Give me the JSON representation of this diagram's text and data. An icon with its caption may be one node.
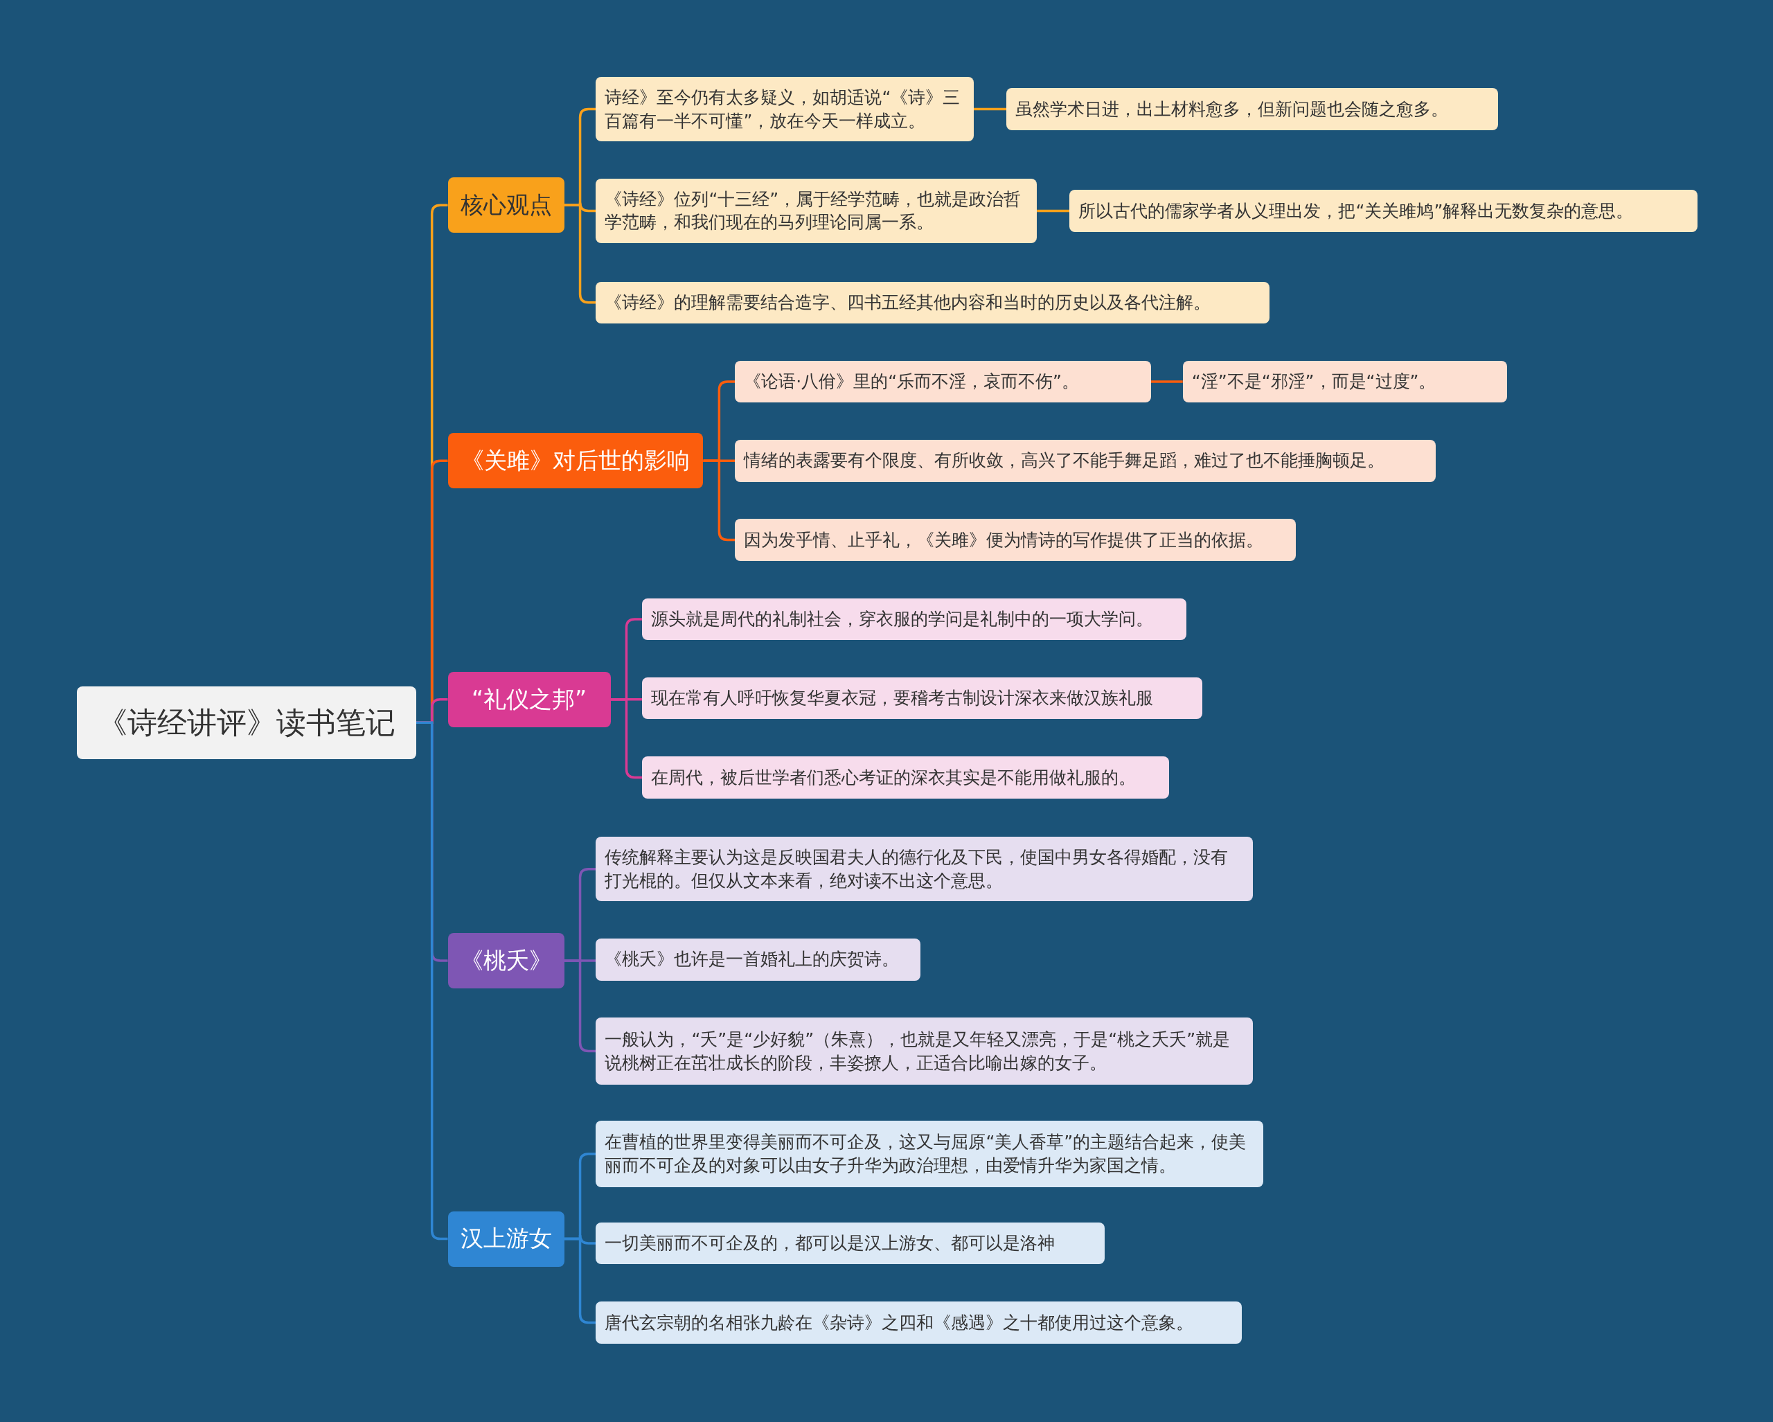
{
  "diagram": {
    "nodes": [
      {
        "text": [
          "《诗经讲评》读书笔记"
        ]
      },
      {
        "text": [
          "核心观点"
        ]
      },
      {
        "text": [
          "诗经》至今仍有太多疑义，如胡适说“《诗》三百篇有一半不可懂”，放在今天一样成立。"
        ]
      },
      {
        "text": [
          "虽然学术日进，出土材料愈多，但新问题也会随之愈多。"
        ]
      },
      {
        "text": [
          "《诗经》位列“十三经”，属于经学范畴，也就是政治哲学范畴，和我们现在的马列理论同属一系。"
        ]
      },
      {
        "text": [
          "所以古代的儒家学者从义理出发，把“关关雎鸠”解释出无数复杂的意思。"
        ]
      },
      {
        "text": [
          "《诗经》的理解需要结合造字、四书五经其他内容和当时的历史以及各代注解。"
        ]
      },
      {
        "text": [
          "《关雎》对后世的影响"
        ]
      },
      {
        "text": [
          "《论语·八佾》里的“乐而不淫，哀而不伤”。"
        ]
      },
      {
        "text": [
          "“淫”不是“邪淫”，而是“过度”。"
        ]
      },
      {
        "text": [
          "情绪的表露要有个限度、有所收敛，高兴了不能手舞足蹈，难过了也不能捶胸顿足。"
        ]
      },
      {
        "text": [
          "因为发乎情、止乎礼，《关雎》便为情诗的写作提供了正当的依据。"
        ]
      },
      {
        "text": [
          "“礼仪之邦”"
        ]
      },
      {
        "text": [
          "源头就是周代的礼制社会，穿衣服的学问是礼制中的一项大学问。"
        ]
      },
      {
        "text": [
          "现在常有人呼吁恢复华夏衣冠，要稽考古制设计深衣来做汉族礼服"
        ]
      },
      {
        "text": [
          "在周代，被后世学者们悉心考证的深衣其实是不能用做礼服的。"
        ]
      },
      {
        "text": [
          "《桃夭》"
        ]
      },
      {
        "text": [
          "传统解释主要认为这是反映国君夫人的德行化及下民，使国中男女各得婚配，没有打光棍的。但仅从文本来看，绝对读不出这个意思。"
        ]
      },
      {
        "text": [
          "《桃夭》也许是一首婚礼上的庆贺诗。"
        ]
      },
      {
        "text": [
          "一般认为，“夭”是“少好貌”（朱熹），也就是又年轻又漂亮，于是“桃之夭夭”就是说桃树正在茁壮成长的阶段，丰姿撩人，正适合比喻出嫁的女子。"
        ]
      },
      {
        "text": [
          "汉上游女"
        ]
      },
      {
        "text": [
          "在曹植的世界里变得美丽而不可企及，这又与屈原“美人香草”的主题结合起来，使美丽而不可企及的对象可以由女子升华为政治理想，由爱情升华为家国之情。"
        ]
      },
      {
        "text": [
          "一切美丽而不可企及的，都可以是汉上游女、都可以是洛神"
        ]
      },
      {
        "text": [
          "唐代玄宗朝的名相张九龄在《杂诗》之四和《感遇》之十都使用过这个意象。"
        ]
      }
    ],
    "edges": [
      {
        "from": 0,
        "to": 1,
        "arrow": "none"
      },
      {
        "from": 0,
        "to": 7,
        "arrow": "none",
        "color": "#fb5d0d"
      },
      {
        "from": 0,
        "to": 12,
        "arrow": "none",
        "color": "#d93a93"
      },
      {
        "from": 0,
        "to": 16,
        "arrow": "none",
        "color": "#7e56b4"
      },
      {
        "from": 0,
        "to": 20,
        "arrow": "none",
        "color": "#2f86d3"
      },
      {
        "from": 1,
        "to": 2,
        "arrow": "none"
      },
      {
        "from": 1,
        "to": 4,
        "arrow": "none"
      },
      {
        "from": 1,
        "to": 6,
        "arrow": "none"
      },
      {
        "from": 2,
        "to": 3,
        "arrow": "none"
      },
      {
        "from": 4,
        "to": 5,
        "arrow": "none"
      },
      {
        "from": 7,
        "to": 8,
        "arrow": "none",
        "color": "#fb5d0d"
      },
      {
        "from": 7,
        "to": 10,
        "arrow": "none",
        "color": "#fb5d0d"
      },
      {
        "from": 7,
        "to": 11,
        "arrow": "none",
        "color": "#fb5d0d"
      },
      {
        "from": 8,
        "to": 9,
        "arrow": "none",
        "color": "#fb5d0d"
      },
      {
        "from": 12,
        "to": 13,
        "arrow": "none",
        "color": "#d93a93"
      },
      {
        "from": 12,
        "to": 14,
        "arrow": "none",
        "color": "#d93a93"
      },
      {
        "from": 12,
        "to": 15,
        "arrow": "none",
        "color": "#d93a93"
      },
      {
        "from": 16,
        "to": 17,
        "arrow": "none",
        "color": "#7e56b4"
      },
      {
        "from": 16,
        "to": 18,
        "arrow": "none",
        "color": "#7e56b4"
      },
      {
        "from": 16,
        "to": 19,
        "arrow": "none",
        "color": "#7e56b4"
      },
      {
        "from": 20,
        "to": 21,
        "arrow": "none",
        "color": "#2f86d3"
      },
      {
        "from": 20,
        "to": 22,
        "arrow": "none",
        "color": "#2f86d3"
      },
      {
        "from": 20,
        "to": 23,
        "arrow": "none",
        "color": "#2f86d3"
      }
    ]
  }
}
